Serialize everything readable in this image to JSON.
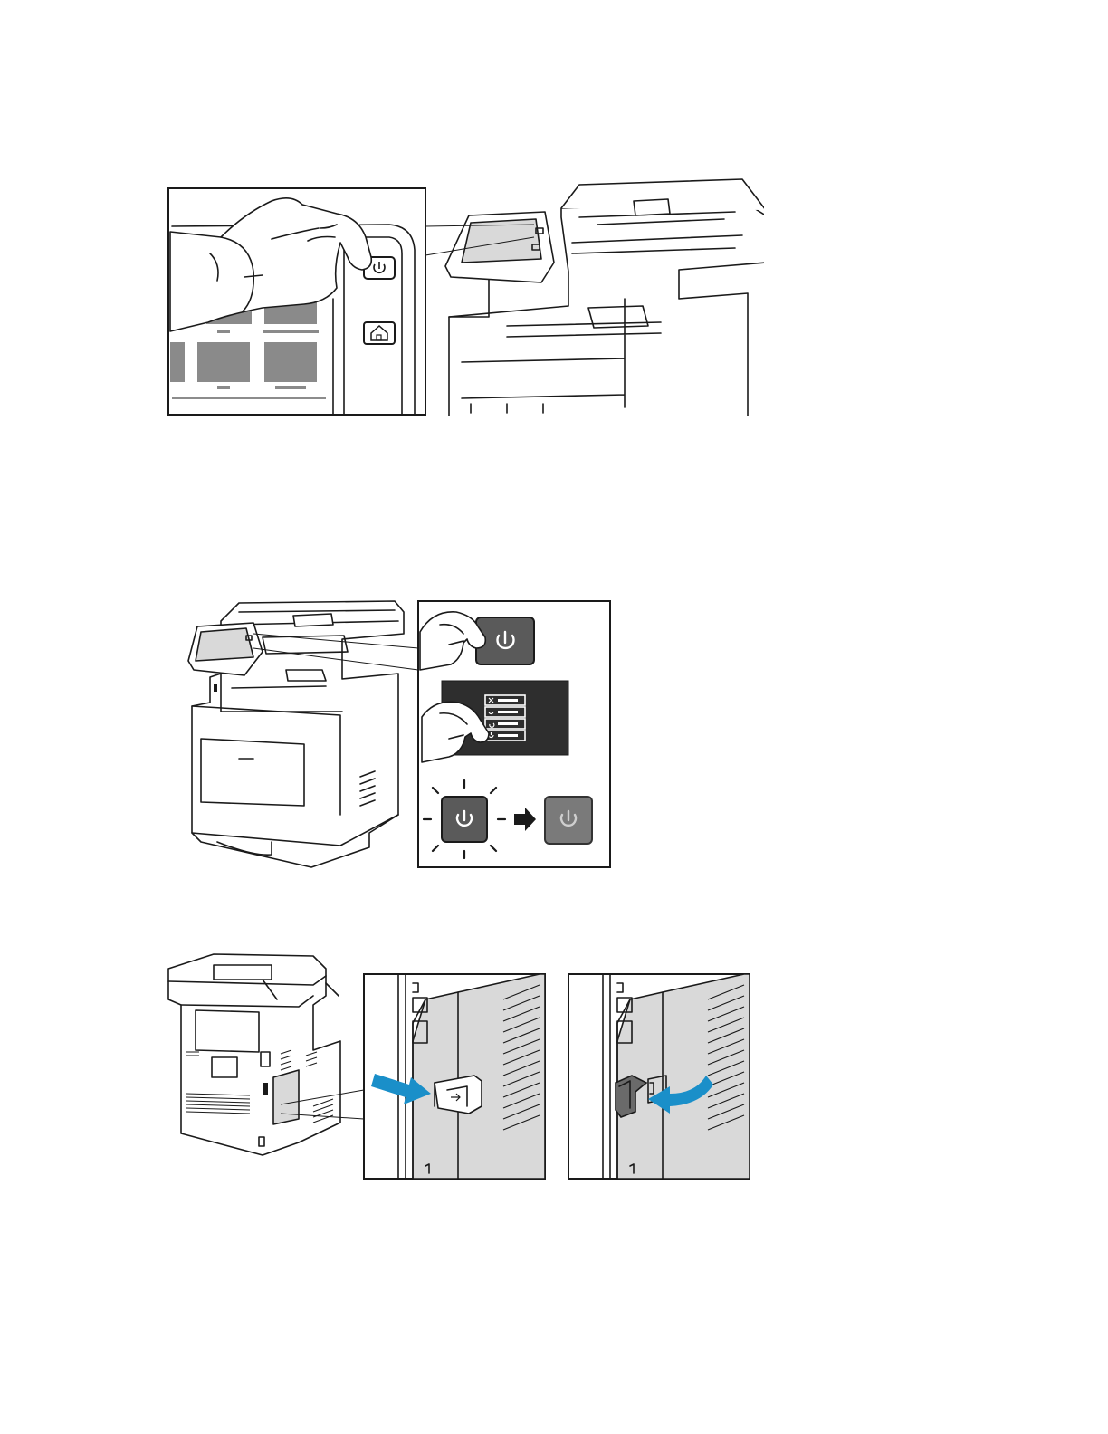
{
  "figures": [
    {
      "id": "fig1",
      "depicts": "power-button-press-on-control-panel"
    },
    {
      "id": "fig2",
      "depicts": "power-button-shutdown-menu-sequence"
    },
    {
      "id": "fig3",
      "depicts": "rear-power-switch-cover-open"
    }
  ],
  "colors": {
    "arrow_blue": "#1a8fc9",
    "button_grey": "#5a5a5a",
    "panel_dark": "#2e2e2e",
    "tile_grey": "#8a8a8a"
  },
  "icons": [
    "power-icon",
    "home-icon",
    "arrow-right-icon",
    "curved-arrow-icon"
  ]
}
